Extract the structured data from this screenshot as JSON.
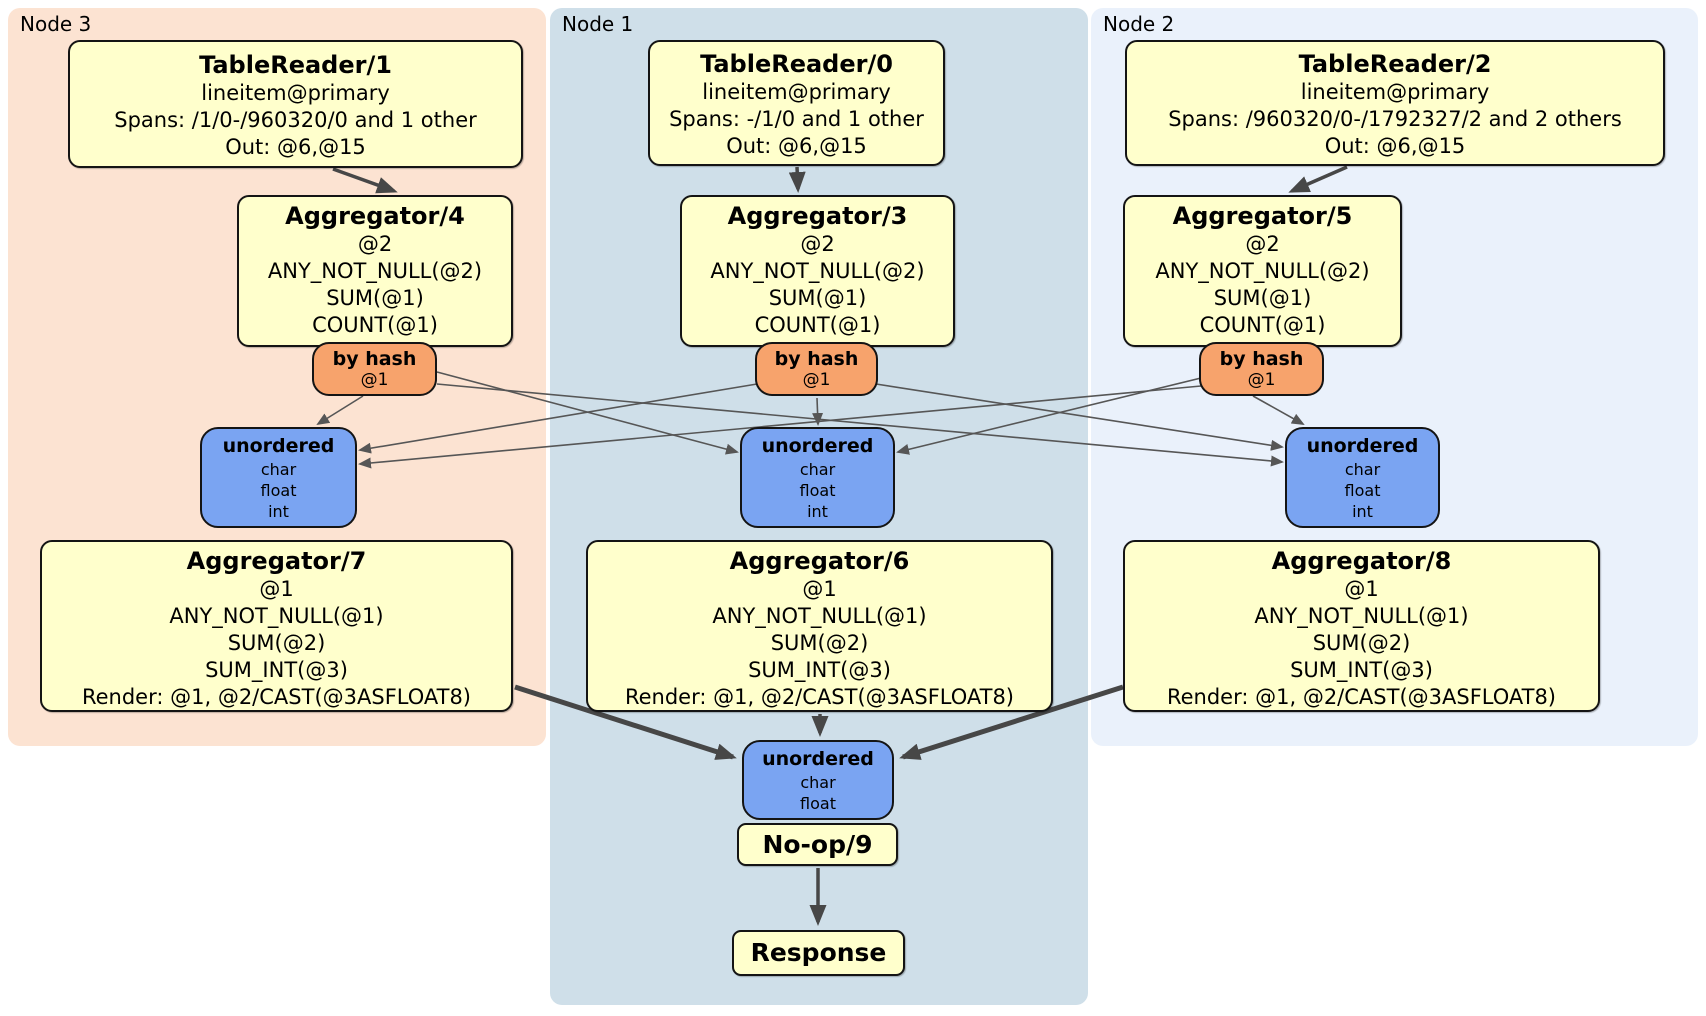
{
  "diagram": {
    "kind": "distributed-sql-plan",
    "colors": {
      "node3_region_bg": "#fce3d2",
      "node1_region_bg": "#cfdfe9",
      "node2_region_bg": "#eaf1fb",
      "processor_box_fill": "#ffffcc",
      "hash_router_fill": "#f7a36c",
      "unordered_sync_fill": "#7aa4f2",
      "thin_edge": "#565656",
      "thick_edge": "#474747"
    }
  },
  "nodes": [
    {
      "label": "Node 3",
      "table_reader": {
        "title": "TableReader/1",
        "lines": [
          "lineitem@primary",
          "Spans: /1/0-/960320/0 and 1 other",
          "Out: @6,@15"
        ]
      },
      "aggregator_top": {
        "title": "Aggregator/4",
        "lines": [
          "@2",
          "ANY_NOT_NULL(@2)",
          "SUM(@1)",
          "COUNT(@1)"
        ]
      },
      "router": {
        "title": "by hash",
        "key": "@1"
      },
      "sync": {
        "title": "unordered",
        "types": [
          "char",
          "float",
          "int"
        ]
      },
      "aggregator_bottom": {
        "title": "Aggregator/7",
        "lines": [
          "@1",
          "ANY_NOT_NULL(@1)",
          "SUM(@2)",
          "SUM_INT(@3)",
          "Render: @1, @2/CAST(@3ASFLOAT8)"
        ]
      }
    },
    {
      "label": "Node 1",
      "table_reader": {
        "title": "TableReader/0",
        "lines": [
          "lineitem@primary",
          "Spans: -/1/0 and 1 other",
          "Out: @6,@15"
        ]
      },
      "aggregator_top": {
        "title": "Aggregator/3",
        "lines": [
          "@2",
          "ANY_NOT_NULL(@2)",
          "SUM(@1)",
          "COUNT(@1)"
        ]
      },
      "router": {
        "title": "by hash",
        "key": "@1"
      },
      "sync": {
        "title": "unordered",
        "types": [
          "char",
          "float",
          "int"
        ]
      },
      "aggregator_bottom": {
        "title": "Aggregator/6",
        "lines": [
          "@1",
          "ANY_NOT_NULL(@1)",
          "SUM(@2)",
          "SUM_INT(@3)",
          "Render: @1, @2/CAST(@3ASFLOAT8)"
        ]
      }
    },
    {
      "label": "Node 2",
      "table_reader": {
        "title": "TableReader/2",
        "lines": [
          "lineitem@primary",
          "Spans: /960320/0-/1792327/2 and 2 others",
          "Out: @6,@15"
        ]
      },
      "aggregator_top": {
        "title": "Aggregator/5",
        "lines": [
          "@2",
          "ANY_NOT_NULL(@2)",
          "SUM(@1)",
          "COUNT(@1)"
        ]
      },
      "router": {
        "title": "by hash",
        "key": "@1"
      },
      "sync": {
        "title": "unordered",
        "types": [
          "char",
          "float",
          "int"
        ]
      },
      "aggregator_bottom": {
        "title": "Aggregator/8",
        "lines": [
          "@1",
          "ANY_NOT_NULL(@1)",
          "SUM(@2)",
          "SUM_INT(@3)",
          "Render: @1, @2/CAST(@3ASFLOAT8)"
        ]
      }
    }
  ],
  "final": {
    "sync": {
      "title": "unordered",
      "types": [
        "char",
        "float"
      ]
    },
    "noop": {
      "title": "No-op/9"
    },
    "response": {
      "title": "Response"
    }
  }
}
